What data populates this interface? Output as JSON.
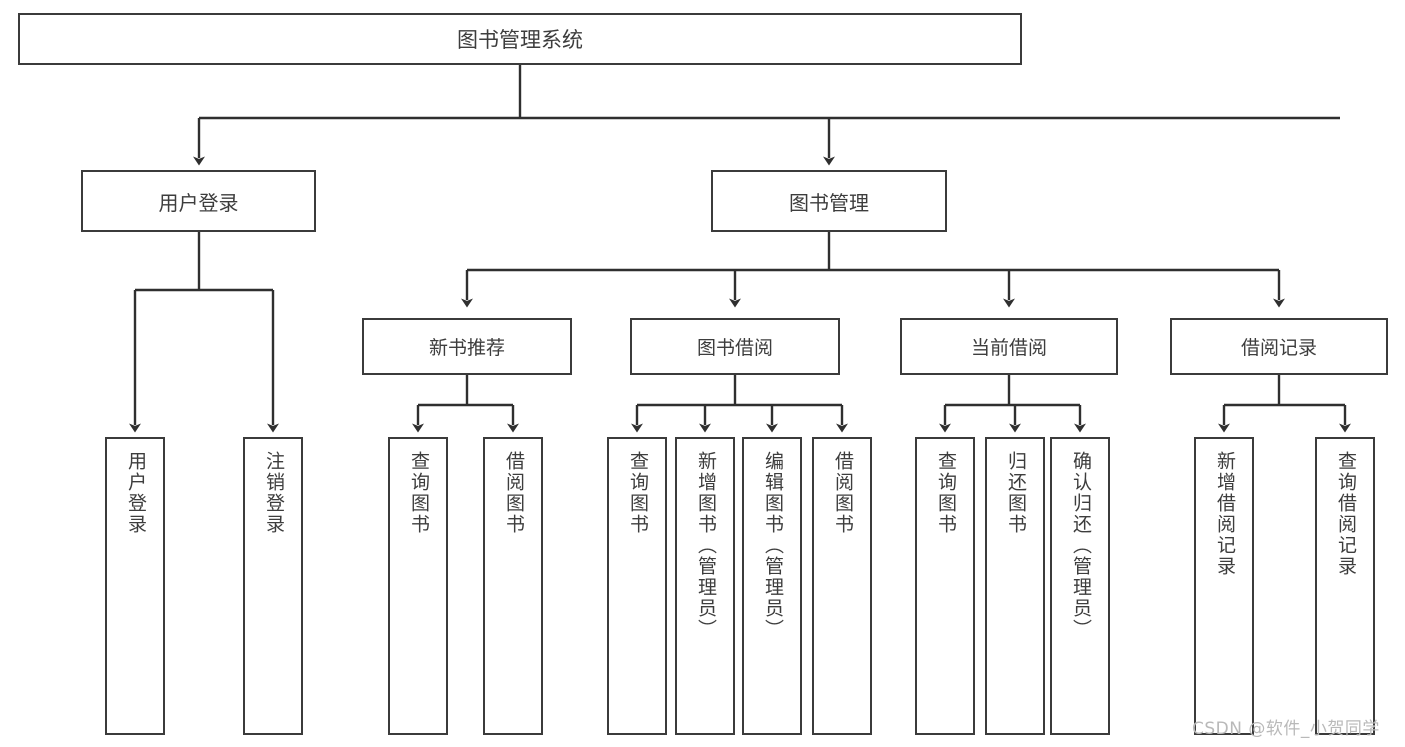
{
  "diagram": {
    "title": "图书管理系统",
    "type": "tree-hierarchy",
    "orientation": "top-down",
    "colors": {
      "box_border": "#3b3b3b",
      "box_fill": "#ffffff",
      "text": "#3d3d3d",
      "connector": "#2f2f2f",
      "watermark": "#b9b9b9"
    },
    "root": {
      "id": "root",
      "label": "图书管理系统"
    },
    "level1": [
      {
        "id": "user-login",
        "label": "用户登录"
      },
      {
        "id": "book-manage",
        "label": "图书管理"
      }
    ],
    "level2": [
      {
        "id": "new-book-rec",
        "label": "新书推荐",
        "parent": "book-manage"
      },
      {
        "id": "book-borrow",
        "label": "图书借阅",
        "parent": "book-manage"
      },
      {
        "id": "current-borrow",
        "label": "当前借阅",
        "parent": "book-manage"
      },
      {
        "id": "borrow-record",
        "label": "借阅记录",
        "parent": "book-manage"
      }
    ],
    "leaves": [
      {
        "id": "leaf-user-login",
        "label": "用户登录",
        "parent": "user-login"
      },
      {
        "id": "leaf-logout",
        "label": "注销登录",
        "parent": "user-login"
      },
      {
        "id": "leaf-query-book-1",
        "label": "查询图书",
        "parent": "new-book-rec"
      },
      {
        "id": "leaf-borrow-book-1",
        "label": "借阅图书",
        "parent": "new-book-rec"
      },
      {
        "id": "leaf-query-book-2",
        "label": "查询图书",
        "parent": "book-borrow"
      },
      {
        "id": "leaf-add-book",
        "label": "新增图书（管理员）",
        "parent": "book-borrow"
      },
      {
        "id": "leaf-edit-book",
        "label": "编辑图书（管理员）",
        "parent": "book-borrow"
      },
      {
        "id": "leaf-borrow-book-2",
        "label": "借阅图书",
        "parent": "book-borrow"
      },
      {
        "id": "leaf-query-book-3",
        "label": "查询图书",
        "parent": "current-borrow"
      },
      {
        "id": "leaf-return-book",
        "label": "归还图书",
        "parent": "current-borrow"
      },
      {
        "id": "leaf-confirm-return",
        "label": "确认归还（管理员）",
        "parent": "current-borrow"
      },
      {
        "id": "leaf-add-record",
        "label": "新增借阅记录",
        "parent": "borrow-record"
      },
      {
        "id": "leaf-query-record",
        "label": "查询借阅记录",
        "parent": "borrow-record"
      }
    ]
  },
  "watermark": {
    "text": "CSDN @软件_小贺同学"
  }
}
